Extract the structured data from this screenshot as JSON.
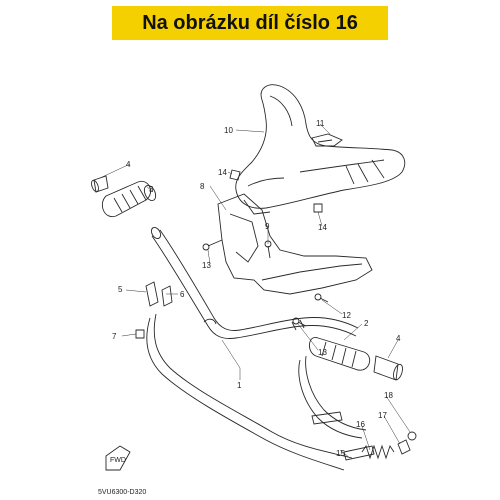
{
  "banner": {
    "text": "Na obrázku díl číslo 16",
    "color": "#f5d000"
  },
  "diagram": {
    "callouts": [
      "1",
      "2",
      "3",
      "4",
      "4",
      "5",
      "6",
      "7",
      "8",
      "9",
      "10",
      "11",
      "12",
      "13",
      "13",
      "14",
      "14",
      "15",
      "16",
      "17",
      "18"
    ],
    "code": "5VU6300-D320",
    "fwd_label": "FWD"
  }
}
